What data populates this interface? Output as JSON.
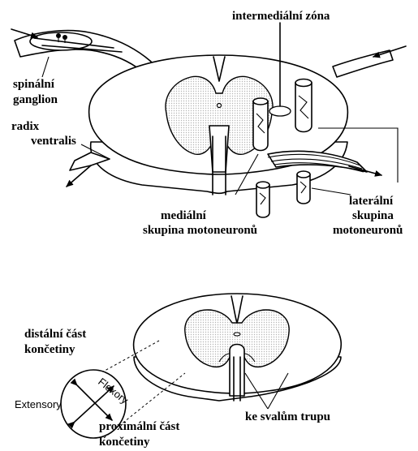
{
  "labels": {
    "intermediate_zone": "intermediální zóna",
    "spinal_ganglion_1": "spinální",
    "spinal_ganglion_2": "ganglion",
    "radix_1": "radix",
    "radix_2": "ventralis",
    "medial_1": "mediální",
    "medial_2": "skupina motoneuronů",
    "lateral_1": "laterální",
    "lateral_2": "skupina",
    "lateral_3": "motoneuronů",
    "distal_1": "distální část",
    "distal_2": "končetiny",
    "flexory": "Flexory",
    "extensory": "Extensory",
    "proximal_1": "proximální část",
    "proximal_2": "končetiny",
    "trunk_muscles": "ke  svalům trupu"
  },
  "colors": {
    "ink": "#000000",
    "paper": "#ffffff",
    "grey_matter_dots": "#b5b5b5"
  }
}
